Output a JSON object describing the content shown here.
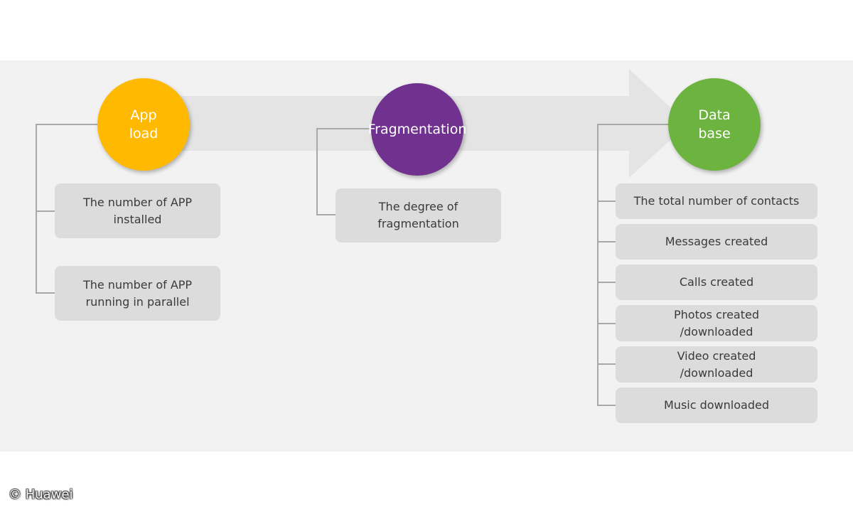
{
  "groups": [
    {
      "title": "App\nload",
      "color": "#FFB900",
      "items": [
        "The number of APP\ninstalled",
        "The number of APP\nrunning in parallel"
      ]
    },
    {
      "title": "Fragmentation",
      "color": "#70318F",
      "items": [
        "The degree of\nfragmentation"
      ]
    },
    {
      "title": "Data\nbase",
      "color": "#6DB33F",
      "items": [
        "The total number of contacts",
        "Messages created",
        "Calls created",
        "Photos created\n/downloaded",
        "Video created\n/downloaded",
        "Music downloaded"
      ]
    }
  ],
  "copyright": "© Huawei"
}
